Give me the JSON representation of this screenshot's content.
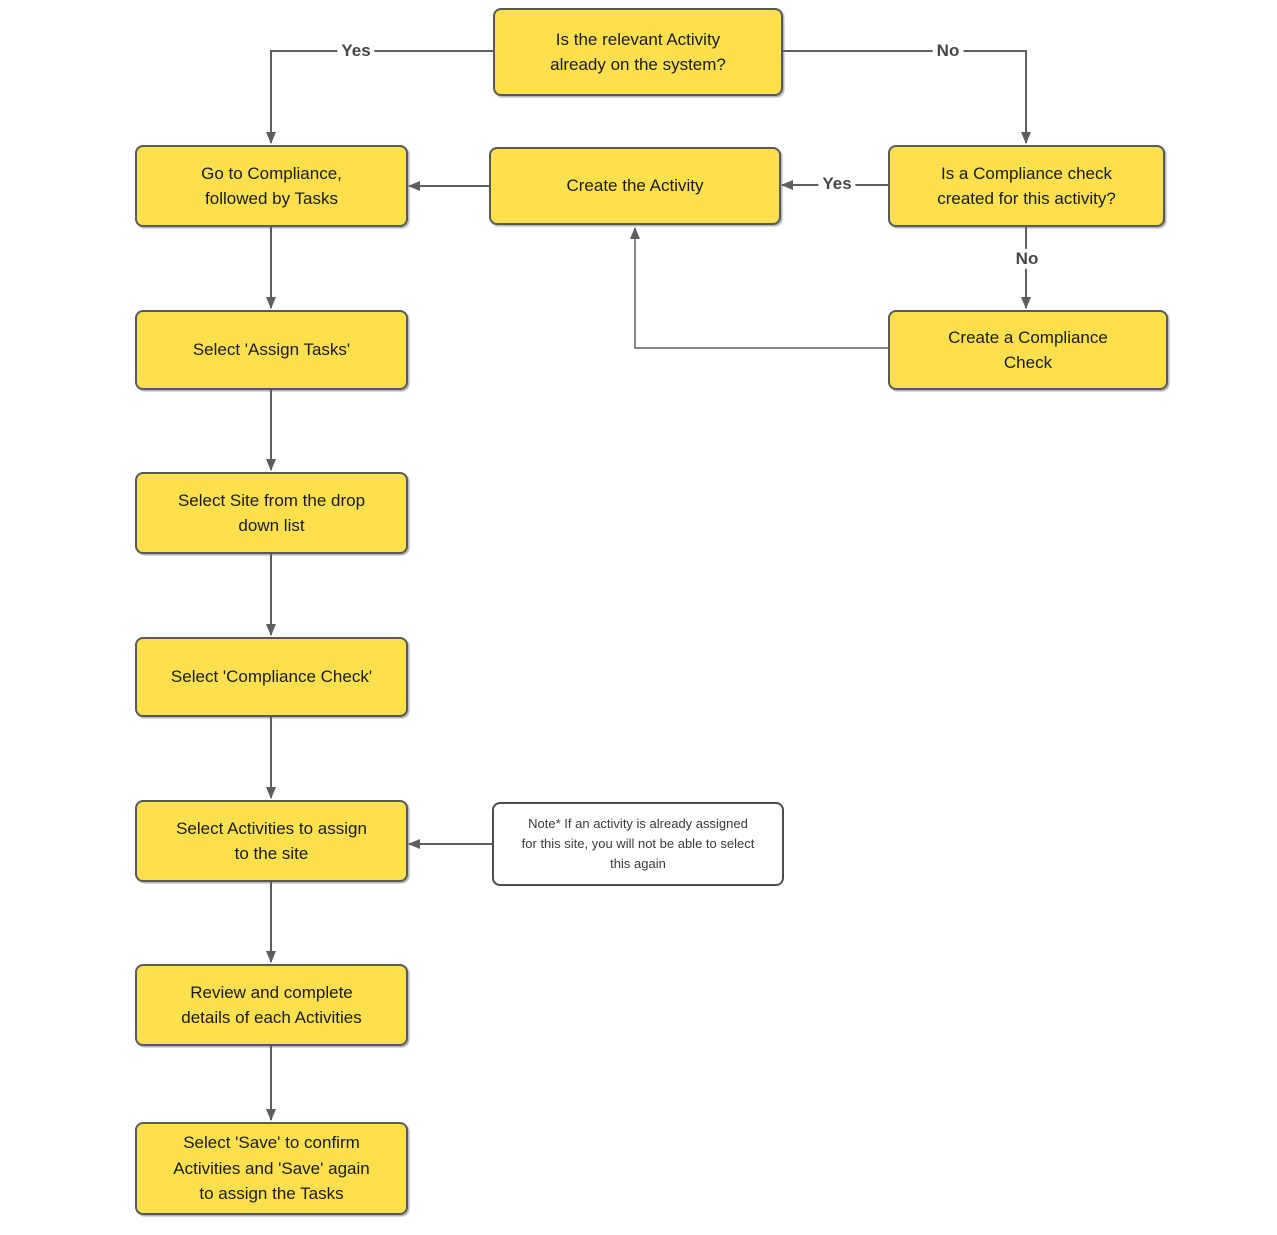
{
  "diagram": {
    "title": "Assign Tasks / Compliance Check flowchart",
    "colors": {
      "node_fill": "#fce04d",
      "node_border": "#58595b",
      "line": "#5e5e5e",
      "label": "#464646",
      "text": "#1a1a1a",
      "note_fill": "#ffffff",
      "note_border": "#4d4d4d",
      "note_text": "#3a3a3a"
    },
    "nodes": {
      "q_activity_on_system": {
        "label": "Is the relevant Activity\nalready on the system?"
      },
      "go_to_compliance": {
        "label": "Go to Compliance,\nfollowed by Tasks"
      },
      "create_activity": {
        "label": "Create the Activity"
      },
      "q_compliance_check": {
        "label": "Is a Compliance check\ncreated for this activity?"
      },
      "create_compliance_check": {
        "label": "Create a Compliance\nCheck"
      },
      "select_assign_tasks": {
        "label": "Select 'Assign Tasks'"
      },
      "select_site": {
        "label": "Select Site from the drop\ndown list"
      },
      "select_compliance_check": {
        "label": "Select 'Compliance Check'"
      },
      "select_activities": {
        "label": "Select Activities to assign\nto the site"
      },
      "review_details": {
        "label": "Review and complete\ndetails of each Activities"
      },
      "select_save": {
        "label": "Select 'Save' to confirm\nActivities and 'Save' again\nto assign the Tasks"
      },
      "note": {
        "label": "Note* If an activity is already assigned\nfor this site, you will not be able to select\nthis again"
      }
    },
    "edge_labels": {
      "yes_top": "Yes",
      "no_top": "No",
      "yes_mid": "Yes",
      "no_right": "No"
    }
  }
}
